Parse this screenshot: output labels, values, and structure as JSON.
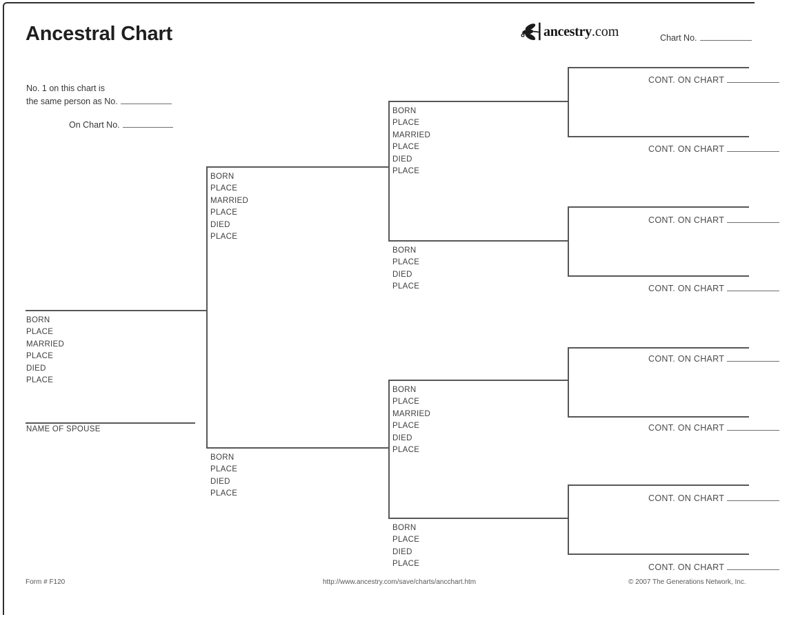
{
  "header": {
    "title": "Ancestral Chart",
    "chart_no_label": "Chart No.",
    "logo": {
      "icon": "ancestry-leaf-icon",
      "brand": "ancestry",
      "tld": ".com"
    }
  },
  "reference": {
    "line1": "No. 1 on this chart is",
    "line2_label": "the same person as No.",
    "line3_label": "On Chart No."
  },
  "persons": {
    "person1": {
      "fields": [
        "BORN",
        "PLACE",
        "MARRIED",
        "PLACE",
        "DIED",
        "PLACE"
      ],
      "spouse_label": "NAME OF SPOUSE"
    },
    "father": {
      "fields": [
        "BORN",
        "PLACE",
        "MARRIED",
        "PLACE",
        "DIED",
        "PLACE"
      ]
    },
    "mother": {
      "fields": [
        "BORN",
        "PLACE",
        "DIED",
        "PLACE"
      ]
    },
    "paternal_grandfather": {
      "fields": [
        "BORN",
        "PLACE",
        "MARRIED",
        "PLACE",
        "DIED",
        "PLACE"
      ]
    },
    "paternal_grandmother": {
      "fields": [
        "BORN",
        "PLACE",
        "DIED",
        "PLACE"
      ]
    },
    "maternal_grandfather": {
      "fields": [
        "BORN",
        "PLACE",
        "MARRIED",
        "PLACE",
        "DIED",
        "PLACE"
      ]
    },
    "maternal_grandmother": {
      "fields": [
        "BORN",
        "PLACE",
        "DIED",
        "PLACE"
      ]
    }
  },
  "continuation": {
    "label": "CONT. ON CHART"
  },
  "footer": {
    "form_number": "Form # F120",
    "url": "http://www.ancestry.com/save/charts/ancchart.htm",
    "copyright": "© 2007 The Generations Network, Inc."
  },
  "colors": {
    "line": "#575757",
    "text": "#3e3e3e",
    "frame": "#2e2e2e"
  }
}
